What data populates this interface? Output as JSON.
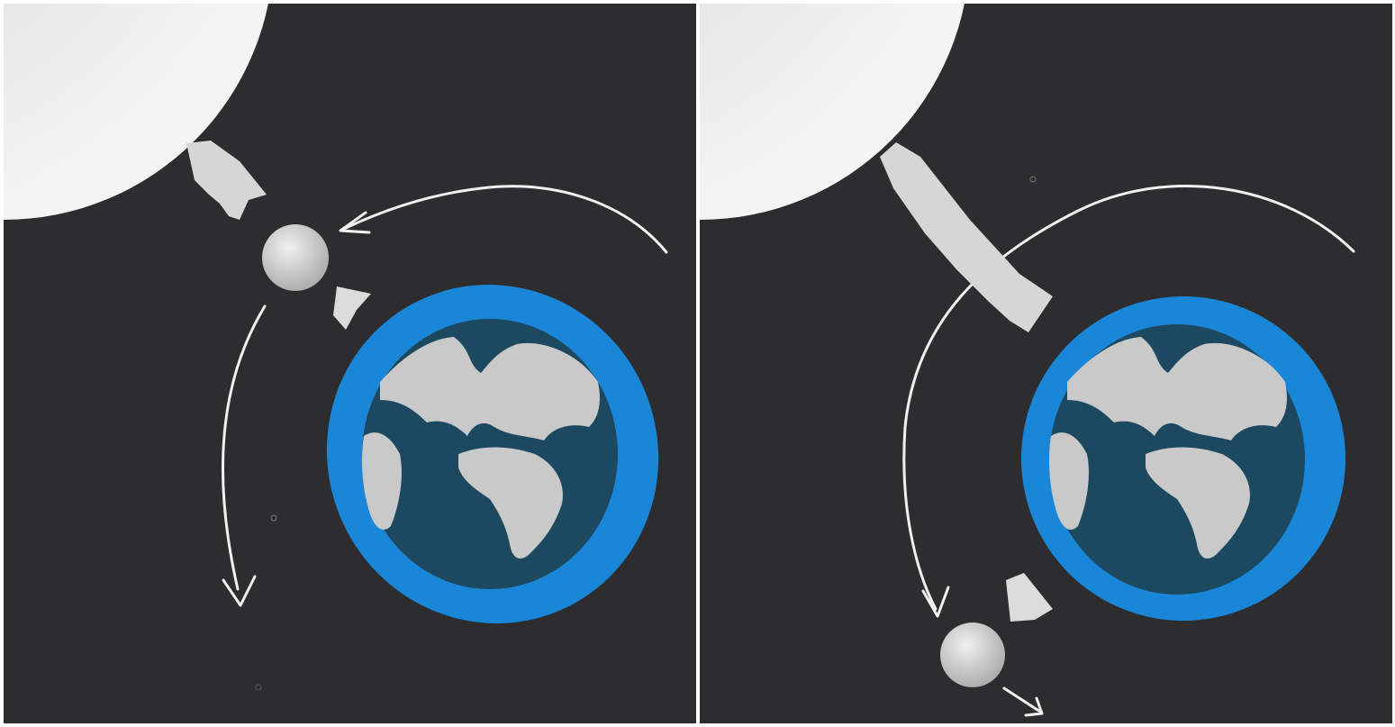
{
  "figure": {
    "panels": [
      {
        "id": "left",
        "objects": [
          "sun",
          "earth",
          "atmosphere",
          "meteoroid",
          "orbit-arrow-inbound",
          "orbit-arrow-outbound",
          "light-beam",
          "rock-plume"
        ]
      },
      {
        "id": "right",
        "objects": [
          "sun",
          "earth",
          "atmosphere",
          "meteoroid",
          "orbit-arc-arrow",
          "light-beam",
          "rock-plume",
          "exit-arrow"
        ]
      }
    ],
    "colors": {
      "space": "#2d2d2f",
      "atmosphere": "#1a86d8",
      "ocean": "#1c4860",
      "land": "#c9c9c9",
      "sun": "#e2e2e2",
      "orbit_line": "#f0f0f0",
      "frame": "#ffffff"
    },
    "icons": {
      "sun": "sun-glow",
      "earth": "earth-globe",
      "meteoroid": "small-sphere",
      "arrow": "curved-arrow"
    }
  }
}
